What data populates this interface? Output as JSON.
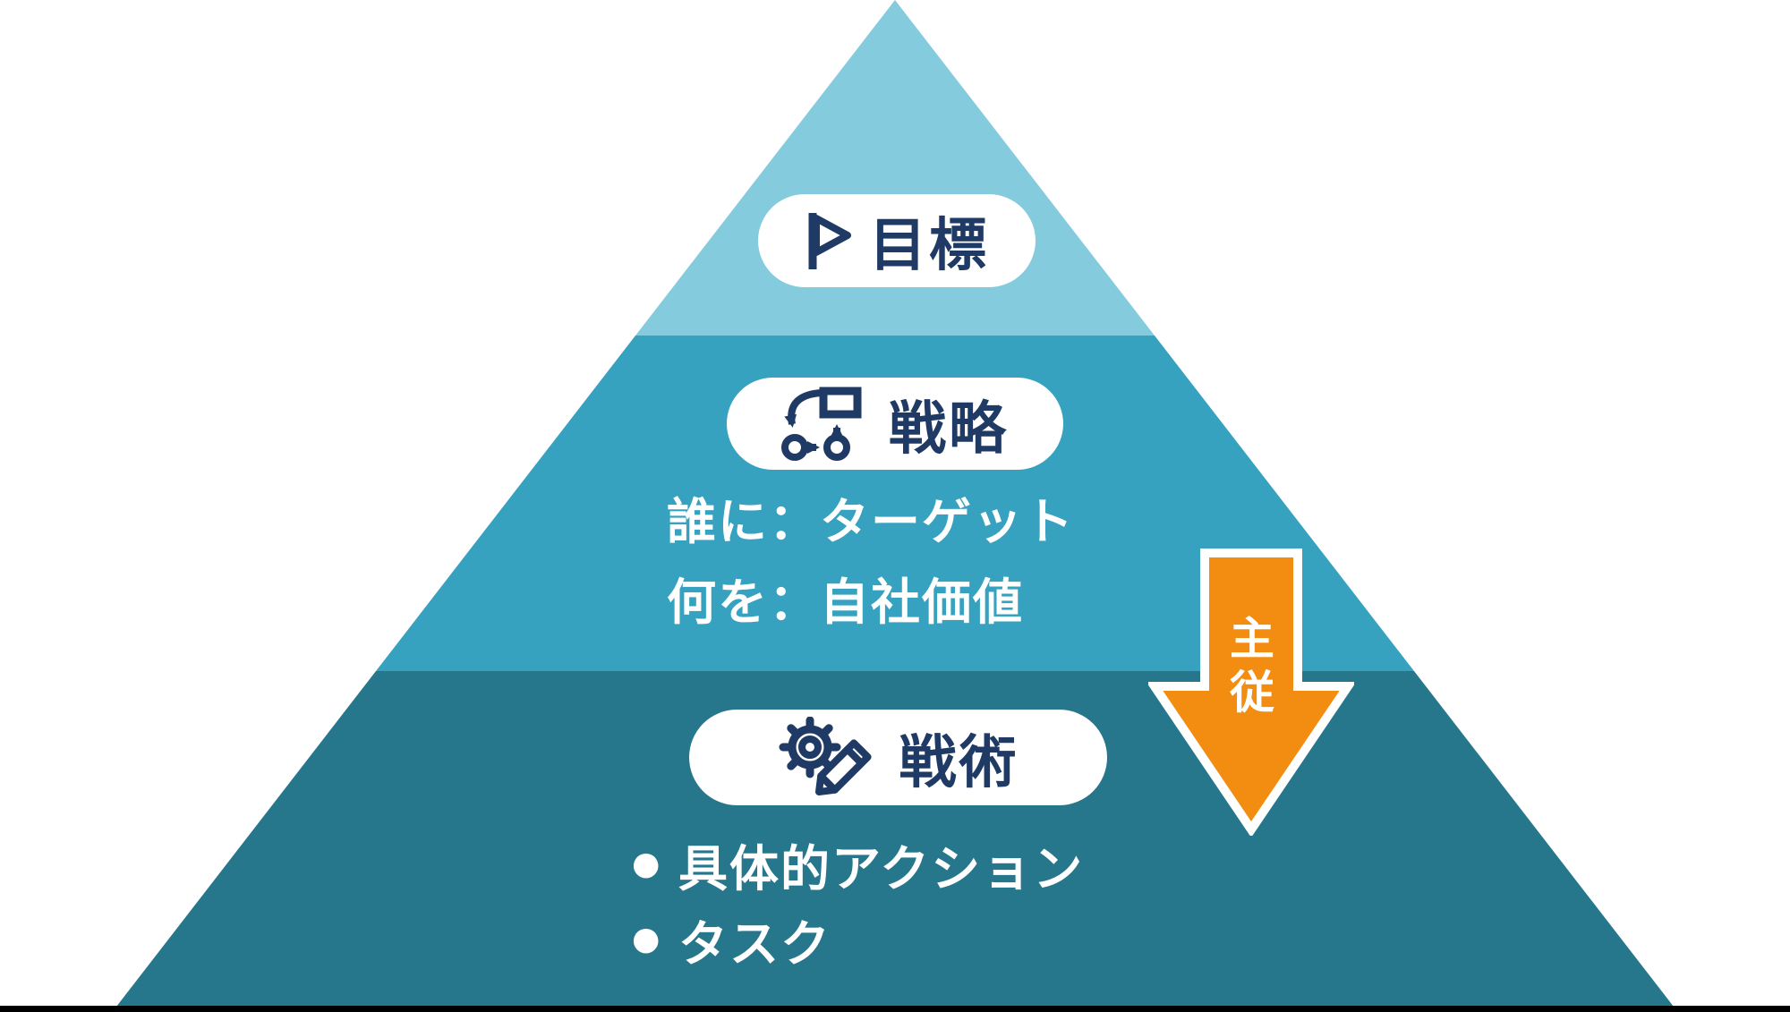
{
  "diagram": {
    "type": "pyramid",
    "tiers": [
      {
        "id": "goal",
        "label": "目標",
        "icon": "flag-icon",
        "color": "#85CBDE"
      },
      {
        "id": "strategy",
        "label": "戦略",
        "icon": "flowchart-icon",
        "color": "#36A2C0",
        "lines": [
          "誰に：ターゲット",
          "何を：自社価値"
        ]
      },
      {
        "id": "tactics",
        "label": "戦術",
        "icon": "gear-pencil-icon",
        "color": "#27778C",
        "bullet": "●",
        "items": [
          "具体的アクション",
          "タスク"
        ]
      }
    ],
    "arrow": {
      "label": "主従",
      "direction": "down",
      "color": "#F28D11"
    },
    "colors": {
      "label_navy": "#1F3A64",
      "pill_white": "#FFFFFF",
      "baseline_black": "#000000"
    }
  }
}
